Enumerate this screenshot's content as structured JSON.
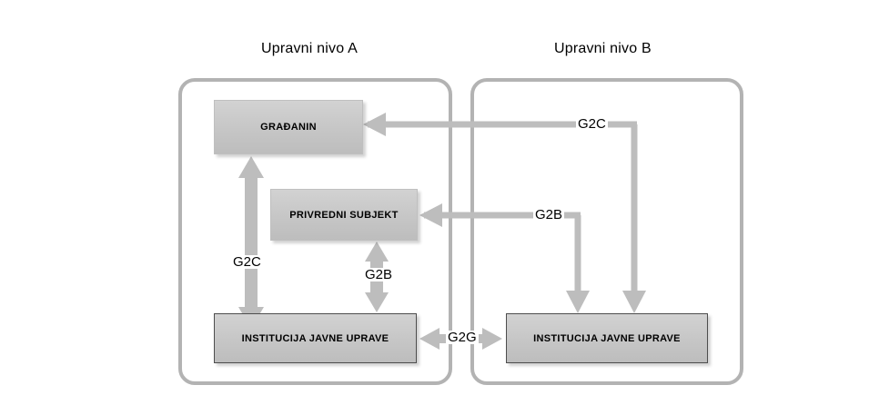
{
  "diagram": {
    "type": "flow-diagram",
    "title_left": "Upravni nivo A",
    "title_right": "Upravni nivo B",
    "colors": {
      "arrow": "#bdbdbd",
      "container_border": "#b3b3b3",
      "node_fill": "#c6c6c6",
      "node_border_dark": "#4d4d4d",
      "node_border_light": "#bfbfbf",
      "text": "#000000",
      "background": "#ffffff"
    },
    "containers": [
      {
        "id": "level-a",
        "label": "Upravni nivo A"
      },
      {
        "id": "level-b",
        "label": "Upravni nivo B"
      }
    ],
    "nodes": [
      {
        "id": "gradjanin",
        "label": "GRAĐANIN",
        "container": "level-a"
      },
      {
        "id": "privredni-subjekt",
        "label": "PRIVREDNI SUBJEKT",
        "container": "level-a"
      },
      {
        "id": "institucija-a",
        "label": "INSTITUCIJA JAVNE UPRAVE",
        "container": "level-a"
      },
      {
        "id": "institucija-b",
        "label": "INSTITUCIJA JAVNE UPRAVE",
        "container": "level-b"
      }
    ],
    "edges": [
      {
        "id": "g2c-internal",
        "label": "G2C",
        "from": "institucija-a",
        "to": "gradjanin",
        "direction": "bidirectional",
        "orientation": "vertical"
      },
      {
        "id": "g2b-internal",
        "label": "G2B",
        "from": "institucija-a",
        "to": "privredni-subjekt",
        "direction": "bidirectional",
        "orientation": "vertical"
      },
      {
        "id": "g2g",
        "label": "G2G",
        "from": "institucija-a",
        "to": "institucija-b",
        "direction": "bidirectional",
        "orientation": "horizontal"
      },
      {
        "id": "g2c-cross",
        "label": "G2C",
        "from": "institucija-b",
        "to": "gradjanin",
        "direction": "unidirectional",
        "orientation": "elbow"
      },
      {
        "id": "g2b-cross",
        "label": "G2B",
        "from": "institucija-b",
        "to": "privredni-subjekt",
        "direction": "unidirectional",
        "orientation": "elbow"
      }
    ]
  }
}
